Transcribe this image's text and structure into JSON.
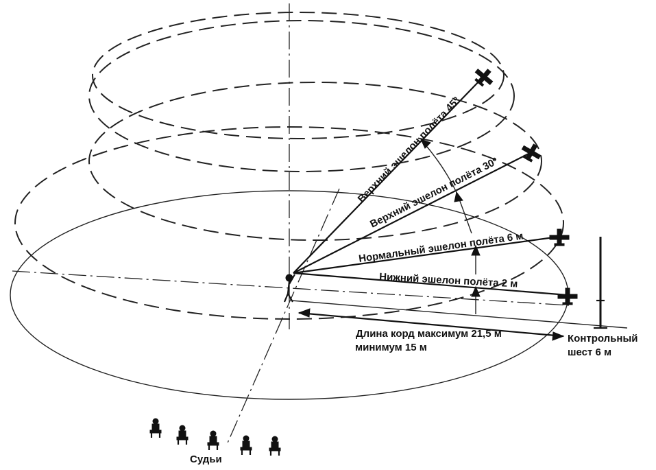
{
  "labels": {
    "upper_45": "Верхний эшелон полёта 45º",
    "upper_30": "Верхний эшелон полёта 30º",
    "normal": "Нормальный эшелон полёта 6 м",
    "lower": "Нижний эшелон полёта 2 м",
    "cord_line1": "Длина корд максимум 21,5 м",
    "cord_line2": "минимум 15 м",
    "pole_line1": "Контрольный",
    "pole_line2": "шест 6 м",
    "judges": "Судьи"
  }
}
